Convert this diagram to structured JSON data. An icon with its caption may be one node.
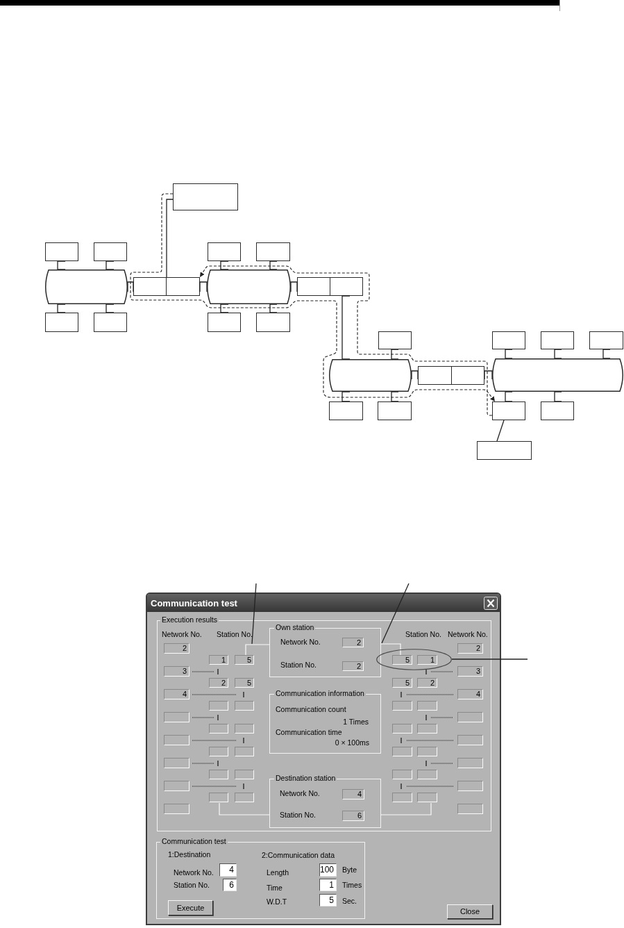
{
  "diagram": {
    "nodes": [
      {
        "text": [],
        "shape": "box"
      },
      {
        "text": [],
        "shape": "box"
      },
      {
        "text": [],
        "shape": "box"
      },
      {
        "text": [],
        "shape": "barrel"
      },
      {
        "text": [],
        "shape": "box"
      },
      {
        "text": [],
        "shape": "box"
      },
      {
        "text": [],
        "shape": "box"
      },
      {
        "text": [],
        "shape": "box"
      },
      {
        "text": [],
        "shape": "box"
      },
      {
        "text": [],
        "shape": "barrel"
      },
      {
        "text": [],
        "shape": "box"
      },
      {
        "text": [],
        "shape": "box"
      },
      {
        "text": [],
        "shape": "box"
      },
      {
        "text": [],
        "shape": "box"
      },
      {
        "text": [],
        "shape": "barrel"
      },
      {
        "text": [],
        "shape": "box"
      },
      {
        "text": [],
        "shape": "box"
      },
      {
        "text": [],
        "shape": "box"
      },
      {
        "text": [],
        "shape": "box"
      },
      {
        "text": [],
        "shape": "box"
      },
      {
        "text": [],
        "shape": "box"
      },
      {
        "text": [],
        "shape": "barrel"
      },
      {
        "text": [],
        "shape": "box"
      },
      {
        "text": [],
        "shape": "box"
      },
      {
        "text": [],
        "shape": "box"
      },
      {
        "text": [
          "Communication test",
          "Close"
        ]
      },
      {
        "text": [
          "Execution results",
          "Network No.",
          "Station No.",
          "Station No.",
          "Network No.",
          "2",
          "2",
          "1",
          "5",
          "3",
          "3",
          "2",
          "5",
          "5",
          "2",
          "4",
          "4"
        ],
        "in": 25
      },
      {
        "text": [
          "Own station",
          "Network No.",
          "2",
          "Station No.",
          "2"
        ],
        "in": 26
      },
      {
        "text": [],
        "shape": "line",
        "in": 26
      },
      {
        "text": [],
        "shape": "line",
        "in": 26
      },
      {
        "text": [
          "5",
          "1"
        ],
        "in": 26
      },
      {
        "text": [
          "Communication information",
          "Communication count",
          "1 Times",
          "Communication time",
          "0 × 100ms"
        ],
        "in": 26
      },
      {
        "text": [
          "Destination station",
          "Network No.",
          "4",
          "Station No.",
          "6"
        ],
        "in": 26
      },
      {
        "text": [],
        "shape": "line",
        "in": 26
      },
      {
        "text": [],
        "shape": "line",
        "in": 26
      },
      {
        "text": [
          "Communication test",
          "1:Destination",
          "Network No.",
          "4",
          "Station No.",
          "6",
          "Execute",
          "2:Communication data",
          "Length",
          "100",
          "Byte",
          "Time",
          "1",
          "Times",
          "W.D.T",
          "5",
          "Sec."
        ],
        "in": 25
      }
    ],
    "edges": [
      {
        "from": 0,
        "to": 6,
        "arrow": "none"
      },
      {
        "from": 1,
        "to": 3,
        "arrow": "none"
      },
      {
        "from": 2,
        "to": 3,
        "arrow": "none"
      },
      {
        "from": 4,
        "to": 3,
        "arrow": "none"
      },
      {
        "from": 5,
        "to": 3,
        "arrow": "none"
      },
      {
        "from": 3,
        "to": 6,
        "arrow": "none"
      },
      {
        "from": 6,
        "to": 9,
        "arrow": "none"
      },
      {
        "from": 7,
        "to": 9,
        "arrow": "none"
      },
      {
        "from": 8,
        "to": 9,
        "arrow": "none"
      },
      {
        "from": 10,
        "to": 9,
        "arrow": "none"
      },
      {
        "from": 11,
        "to": 9,
        "arrow": "none"
      },
      {
        "from": 9,
        "to": 12,
        "arrow": "none"
      },
      {
        "from": 12,
        "to": 14,
        "arrow": "none"
      },
      {
        "from": 13,
        "to": 14,
        "arrow": "none"
      },
      {
        "from": 15,
        "to": 14,
        "arrow": "none"
      },
      {
        "from": 16,
        "to": 14,
        "arrow": "none"
      },
      {
        "from": 14,
        "to": 17,
        "arrow": "none"
      },
      {
        "from": 17,
        "to": 21,
        "arrow": "none"
      },
      {
        "from": 18,
        "to": 21,
        "arrow": "none"
      },
      {
        "from": 19,
        "to": 21,
        "arrow": "none"
      },
      {
        "from": 20,
        "to": 21,
        "arrow": "none"
      },
      {
        "from": 22,
        "to": 21,
        "arrow": "none"
      },
      {
        "from": 23,
        "to": 21,
        "arrow": "none"
      },
      {
        "from": 0,
        "to": 22,
        "arrow": "to",
        "style": "dashed"
      },
      {
        "from": 22,
        "to": 6,
        "arrow": "to",
        "style": "dashed"
      },
      {
        "from": 24,
        "to": 22,
        "arrow": "none"
      },
      {
        "from": null,
        "to": 28,
        "arrow": "none"
      },
      {
        "from": null,
        "to": 29,
        "arrow": "none"
      },
      {
        "from": null,
        "to": 30,
        "arrow": "none"
      }
    ]
  }
}
